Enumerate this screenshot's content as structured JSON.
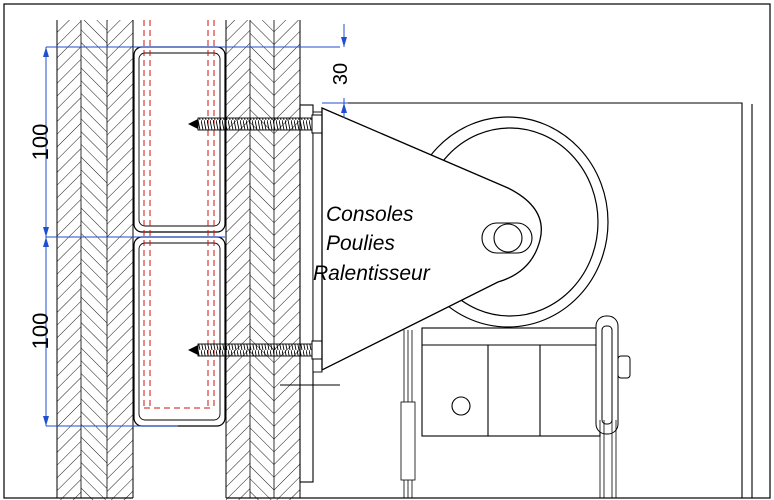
{
  "drawing": {
    "annotation": {
      "lines": [
        "Consoles",
        "Poulies",
        "Ralentisseur"
      ]
    },
    "dimensions": {
      "top_offset": "30",
      "upper_spacing": "100",
      "lower_spacing": "100"
    },
    "colors": {
      "line": "#000000",
      "dimension": "#1f4fd1",
      "hidden_line": "#d01010",
      "background": "#ffffff"
    }
  }
}
